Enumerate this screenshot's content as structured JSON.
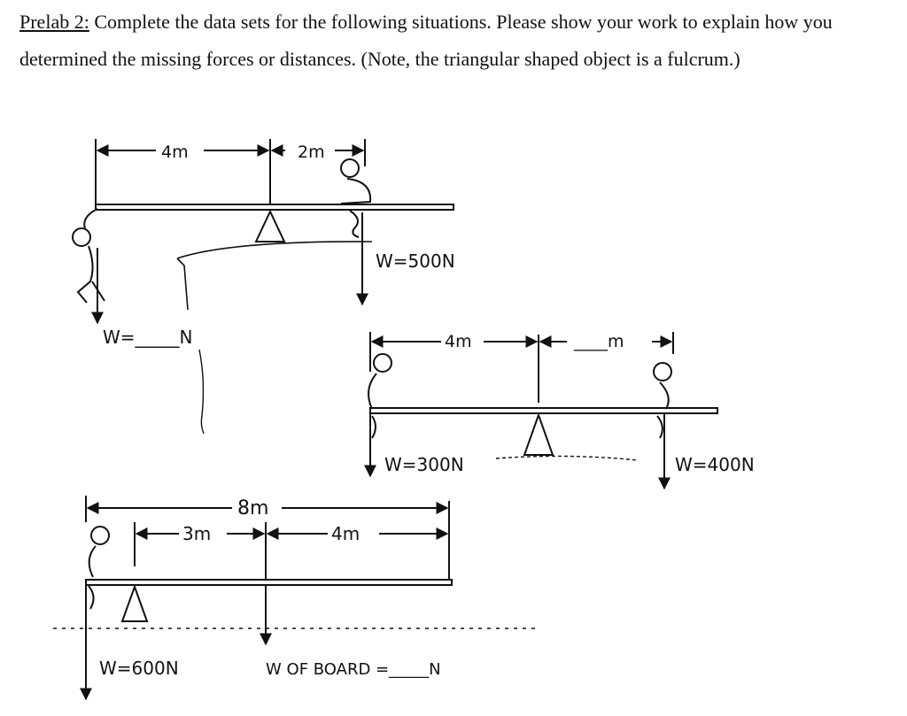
{
  "prompt": {
    "label": "Prelab 2:",
    "text": " Complete the data sets for the following situations.  Please show your work to explain how you determined the missing forces or distances. (Note, the triangular shaped object is a fulcrum.)"
  },
  "figure1": {
    "left_distance": "4m",
    "right_distance": "2m",
    "right_weight": "W=500N",
    "left_weight": "W=_____N"
  },
  "figure2": {
    "left_distance": "4m",
    "right_distance": "____m",
    "left_weight": "W=300N",
    "right_weight": "W=400N"
  },
  "figure3": {
    "board_length": "8m",
    "left_distance": "3m",
    "right_distance": "4m",
    "person_weight": "W=600N",
    "board_weight": "W OF BOARD =_____N"
  }
}
